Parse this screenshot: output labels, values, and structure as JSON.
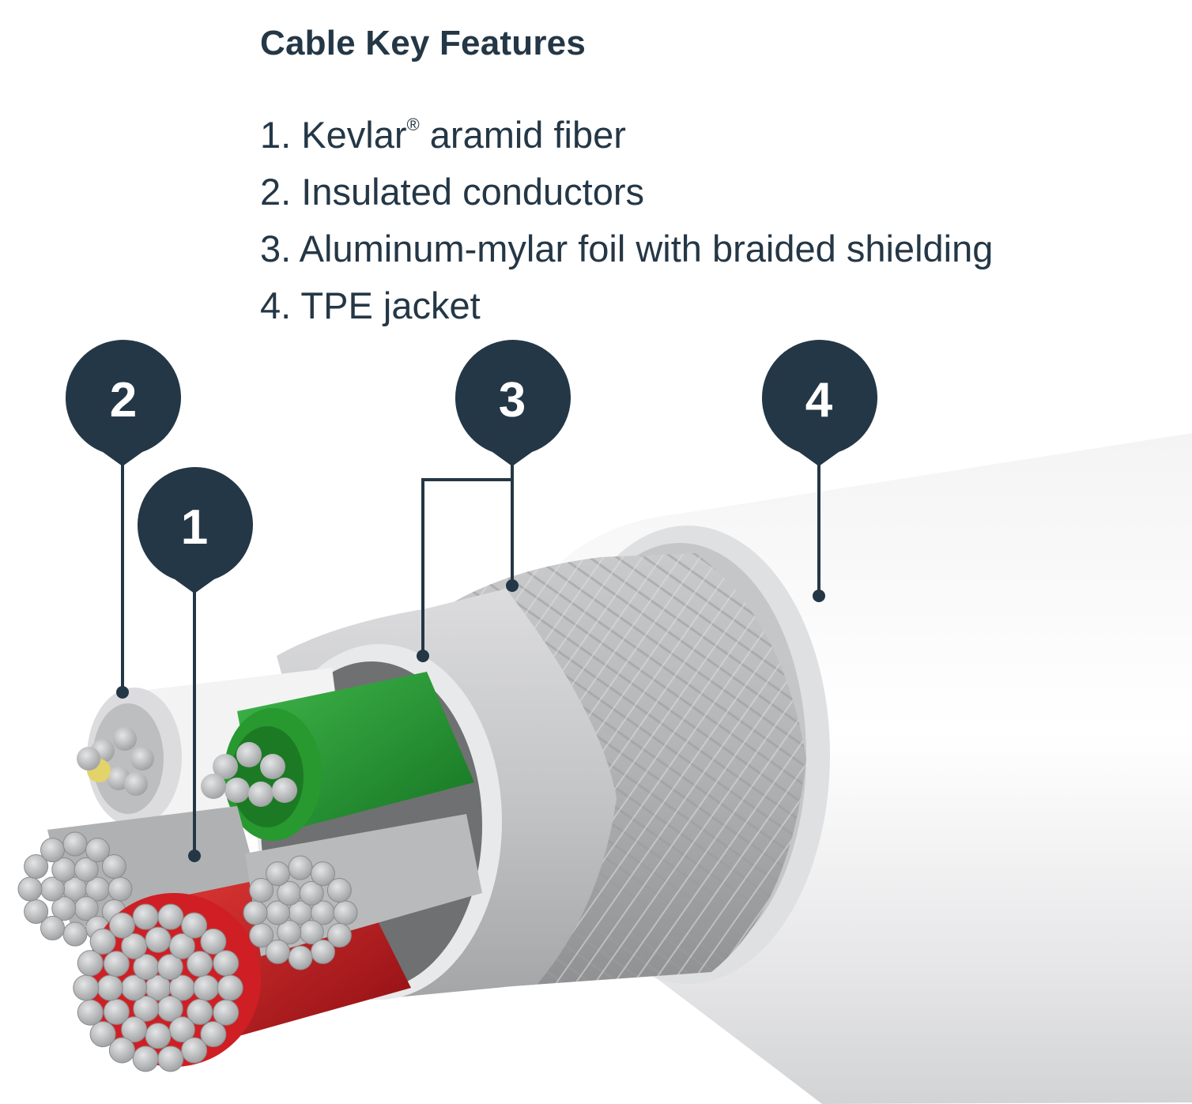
{
  "heading": "Cable Key Features",
  "features": [
    {
      "number": "1.",
      "text": "Kevlar",
      "mark": "®",
      "rest": " aramid fiber"
    },
    {
      "number": "2.",
      "text": "Insulated conductors"
    },
    {
      "number": "3.",
      "text": "Aluminum-mylar foil with braided shielding"
    },
    {
      "number": "4.",
      "text": "TPE jacket"
    }
  ],
  "callouts": [
    {
      "label": "1"
    },
    {
      "label": "2"
    },
    {
      "label": "3"
    },
    {
      "label": "4"
    }
  ],
  "colors": {
    "navy": "#243746",
    "jacket": "#e9e9ea",
    "braid": "#a9a9ab",
    "foil": "#c7c8ca",
    "green": "#1f8a2a",
    "red": "#c0161e",
    "kevlar": "#e3d56a",
    "strand": "#b8b9bb"
  }
}
